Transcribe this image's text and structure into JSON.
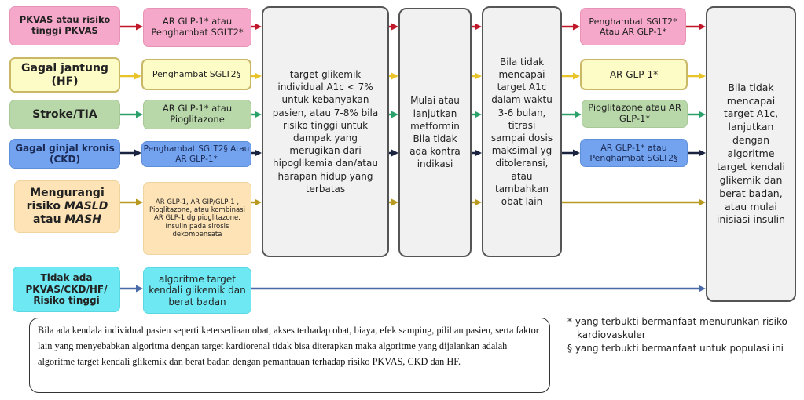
{
  "conditions": [
    {
      "label": "PKVAS atau risiko tinggi PKVAS"
    },
    {
      "label": "Gagal jantung (HF)"
    },
    {
      "label": "Stroke/TIA"
    },
    {
      "label": "Gagal ginjal kronis (CKD)"
    },
    {
      "label_parts": [
        "Mengurangi risiko ",
        "MASLD",
        " atau ",
        "MASH"
      ]
    },
    {
      "label": "Tidak ada PKVAS/CKD/HF/ Risiko tinggi"
    }
  ],
  "first_therapy": [
    "AR GLP-1*  atau Penghambat SGLT2*",
    "Penghambat SGLT2§",
    "AR GLP-1* atau Pioglitazone",
    "Penghambat SGLT2§ Atau AR GLP-1*",
    "AR GLP-1, AR GIP/GLP-1 , Pioglitazone, atau kombinasi AR GLP-1 dg pioglitazone. Insulin pada sirosis dekompensata",
    "algoritme target kendali glikemik dan berat badan"
  ],
  "target_box": "target glikemik individual A1c < 7% untuk kebanyakan pasien, atau 7-8% bila risiko tinggi untuk dampak yang merugikan dari hipoglikemia dan/atau harapan hidup yang terbatas",
  "metformin_box": "Mulai atau lanjutkan metformin Bila tidak ada kontra indikasi",
  "titration_box": "Bila tidak mencapai target A1c dalam waktu 3-6 bulan, titrasi sampai dosis maksimal yg ditoleransi, atau tambahkan obat lain",
  "second_therapy": [
    "Penghambat SGLT2* Atau AR GLP-1*",
    "AR GLP-1*",
    "Pioglitazone atau AR GLP-1*",
    "AR GLP-1* atau Penghambat SGLT2§"
  ],
  "final_box": "Bila tidak mencapai target A1c, lanjutkan dengan algoritme target kendali glikemik dan berat badan, atau mulai inisiasi insulin",
  "note": "Bila ada kendala individual pasien seperti ketersediaan obat, akses terhadap obat, biaya, efek samping, pilihan pasien, serta faktor lain yang menyebabkan  algoritma dengan target kardiorenal tidak bisa diterapkan maka algoritme yang dijalankan adalah algoritme target kendali glikemik dan berat badan dengan pemantauan terhadap risiko PKVAS, CKD dan HF.",
  "footnotes": [
    "* yang terbukti bermanfaat menurunkan risiko kardiovaskuler",
    "§ yang terbukti bermanfaat untuk populasi ini"
  ],
  "arrow_colors": [
    "#c0182a",
    "#e8c42a",
    "#2aa06a",
    "#1a2440",
    "#b89a20",
    "#4a6aa8"
  ]
}
